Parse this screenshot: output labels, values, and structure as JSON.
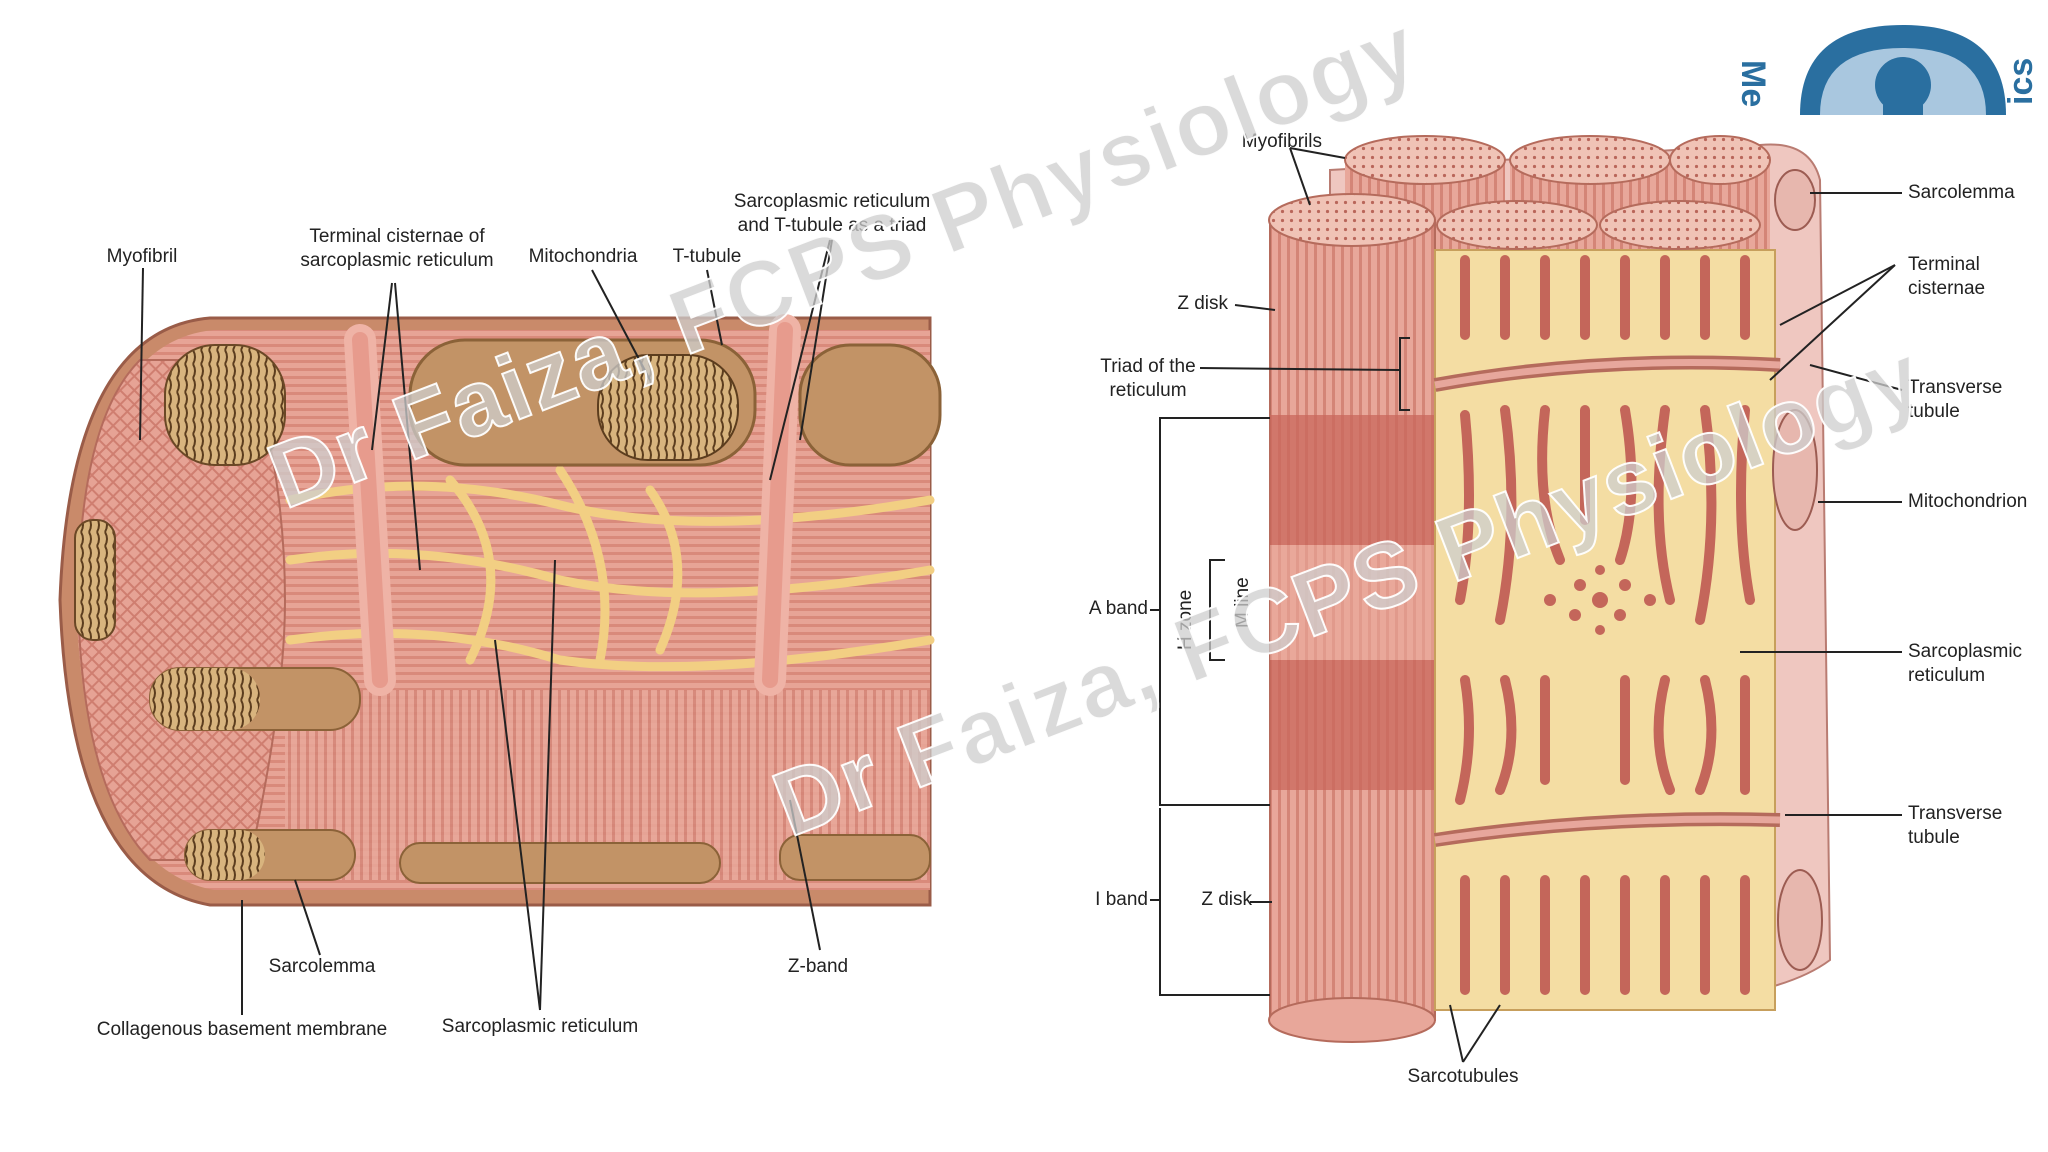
{
  "left_labels": {
    "myofibril": "Myofibril",
    "terminal_cisternae": "Terminal cisternae of\nsarcoplasmic reticulum",
    "mitochondria": "Mitochondria",
    "t_tubule": "T-tubule",
    "sr_and_t_tubule": "Sarcoplasmic reticulum\nand T-tubule as a triad",
    "sarcolemma": "Sarcolemma",
    "collagenous_membrane": "Collagenous basement membrane",
    "sarcoplasmic_reticulum": "Sarcoplasmic reticulum",
    "z_band": "Z-band"
  },
  "right_labels": {
    "myofibrils": "Myofibrils",
    "sarcolemma": "Sarcolemma",
    "terminal_cisternae": "Terminal\ncisternae",
    "transverse_tubule_top": "Transverse\ntubule",
    "mitochondrion": "Mitochondrion",
    "sarcoplasmic_reticulum": "Sarcoplasmic\nreticulum",
    "transverse_tubule_bottom": "Transverse\ntubule",
    "z_disk_top": "Z disk",
    "triad": "Triad of the\nreticulum",
    "a_band": "A band",
    "h_zone": "H zone",
    "m_line": "M line",
    "i_band": "I band",
    "z_disk_bottom": "Z disk",
    "sarcotubules": "Sarcotubules"
  },
  "watermarks": {
    "top": "Dr Faiza, FCPS Physiology",
    "bottom": "Dr Faiza, FCPS Physiology"
  },
  "logo": {
    "left_text": "Me",
    "right_text": "ics"
  },
  "colors": {
    "muscle": "#e59a8c",
    "muscle_dark": "#c4665a",
    "reticulum": "#f6dfa0",
    "mitochondria": "#b08656",
    "logo_blue": "#2a6fa0"
  }
}
